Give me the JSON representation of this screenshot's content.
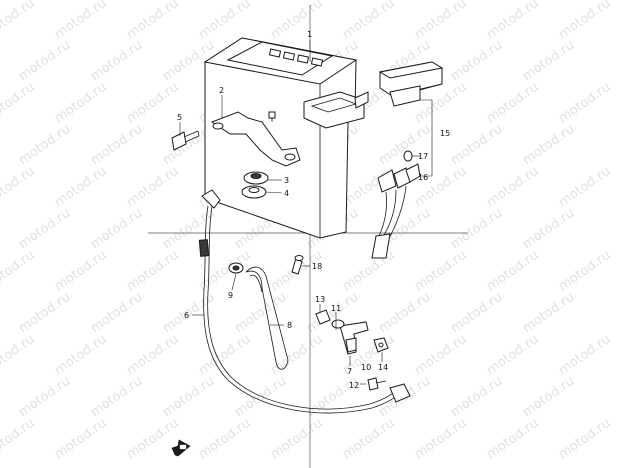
{
  "watermark": {
    "text": "motod.ru"
  },
  "callouts": [
    {
      "id": "c1",
      "text": "1"
    },
    {
      "id": "c2",
      "text": "2"
    },
    {
      "id": "c3",
      "text": "3"
    },
    {
      "id": "c4",
      "text": "4"
    },
    {
      "id": "c5",
      "text": "5"
    },
    {
      "id": "c6",
      "text": "6"
    },
    {
      "id": "c7",
      "text": "7"
    },
    {
      "id": "c8",
      "text": "8"
    },
    {
      "id": "c9",
      "text": "9"
    },
    {
      "id": "c10",
      "text": "10"
    },
    {
      "id": "c11",
      "text": "11"
    },
    {
      "id": "c12",
      "text": "12"
    },
    {
      "id": "c13",
      "text": "13"
    },
    {
      "id": "c14",
      "text": "14"
    },
    {
      "id": "c15",
      "text": "15"
    },
    {
      "id": "c16",
      "text": "16"
    },
    {
      "id": "c17",
      "text": "17"
    },
    {
      "id": "c18",
      "text": "18"
    }
  ],
  "colors": {
    "line": "#1a1a1a",
    "watermark": "#c8c8c8"
  },
  "icons": {
    "front_arrow": "front-arrow-icon"
  }
}
